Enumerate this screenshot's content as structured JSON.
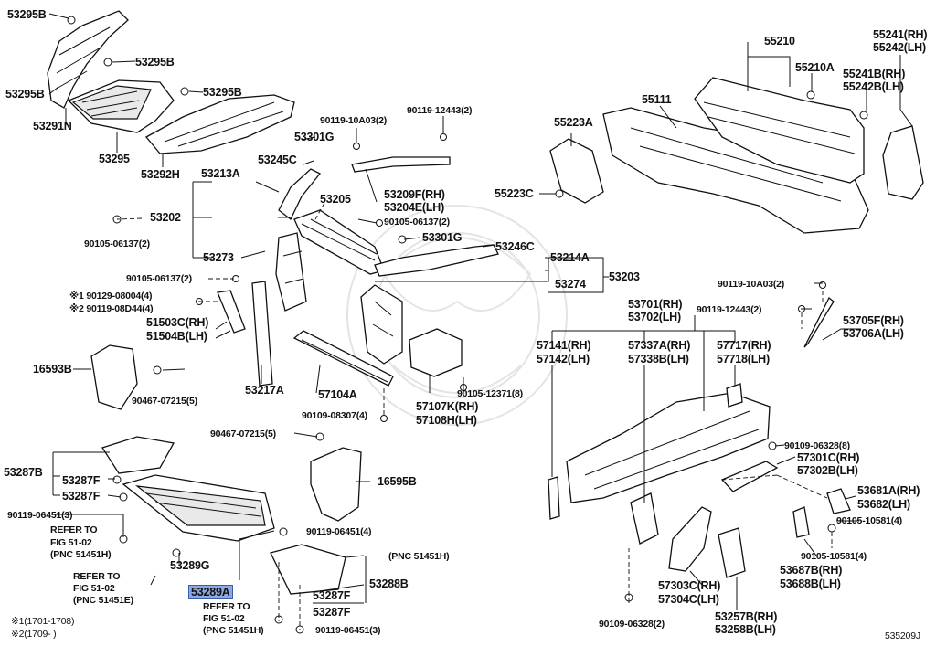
{
  "highlight_color": "#8da9e3",
  "diagram_id": "535209J",
  "labels": {
    "p53295B_a": "53295B",
    "p53295B_b": "53295B",
    "p53295B_c": "53295B",
    "p53291N": "53291N",
    "p53295": "53295",
    "p53292H": "53292H",
    "p53301G_a": "53301G",
    "p90119_10A03_a": "90119-10A03(2)",
    "p90119_12443_a": "90119-12443(2)",
    "p53245C": "53245C",
    "p53213A": "53213A",
    "p53205": "53205",
    "p53209F": "53209F(RH)",
    "p53204E": "53204E(LH)",
    "p53202": "53202",
    "p90105_06137_a": "90105-06137(2)",
    "p90105_06137_b": "90105-06137(2)",
    "p90105_06137_c": "90105-06137(2)",
    "p53301G_b": "53301G",
    "p53273": "53273",
    "p53246C": "53246C",
    "p53214A": "53214A",
    "p53203": "53203",
    "p53274": "53274",
    "p90129_08004": "※1 90129-08004(4)",
    "p90119_08D44": "※2 90119-08D44(4)",
    "p51503C": "51503C(RH)",
    "p51504B": "51504B(LH)",
    "p16593B": "16593B",
    "p90467_07215_a": "90467-07215(5)",
    "p53217A": "53217A",
    "p57104A": "57104A",
    "p90109_08307": "90109-08307(4)",
    "p90105_12371": "90105-12371(8)",
    "p57107K": "57107K(RH)",
    "p57108H": "57108H(LH)",
    "p90467_07215_b": "90467-07215(5)",
    "p16595B": "16595B",
    "p53287B": "53287B",
    "p53287F_a": "53287F",
    "p53287F_b": "53287F",
    "p53287F_c": "53287F",
    "p53287F_d": "53287F",
    "p90119_06451_a": "90119-06451(3)",
    "p90119_06451_b": "90119-06451(4)",
    "p90119_06451_c": "90119-06451(3)",
    "refer1_a": "REFER TO",
    "refer1_b": "FIG 51-02",
    "refer1_c": "(PNC 51451H)",
    "refer2_a": "REFER TO",
    "refer2_b": "FIG 51-02",
    "refer2_c": "(PNC 51451E)",
    "refer3_a": "REFER TO",
    "refer3_b": "FIG 51-02",
    "refer3_c": "(PNC 51451H)",
    "pnc_51451H": "(PNC 51451H)",
    "p53289G": "53289G",
    "p53289A": "53289A",
    "p53288B": "53288B",
    "note1": "※1(1701-1708)",
    "note2": "※2(1709-     )",
    "p55210": "55210",
    "p55210A": "55210A",
    "p55241": "55241(RH)",
    "p55242": "55242(LH)",
    "p55241B": "55241B(RH)",
    "p55242B": "55242B(LH)",
    "p55111": "55111",
    "p55223A": "55223A",
    "p55223C": "55223C",
    "p90119_10A03_b": "90119-10A03(2)",
    "p90119_12443_b": "90119-12443(2)",
    "p53701": "53701(RH)",
    "p53702": "53702(LH)",
    "p53705F": "53705F(RH)",
    "p53706A": "53706A(LH)",
    "p57141": "57141(RH)",
    "p57142": "57142(LH)",
    "p57337A": "57337A(RH)",
    "p57338B": "57338B(LH)",
    "p57717": "57717(RH)",
    "p57718": "57718(LH)",
    "p90109_06328_a": "90109-06328(8)",
    "p57301C": "57301C(RH)",
    "p57302B": "57302B(LH)",
    "p53681A": "53681A(RH)",
    "p53682": "53682(LH)",
    "p90105_10581_a": "90105-10581(4)",
    "p90105_10581_b": "90105-10581(4)",
    "p53687B": "53687B(RH)",
    "p53688B": "53688B(LH)",
    "p57303C": "57303C(RH)",
    "p57304C": "57304C(LH)",
    "p53257B": "53257B(RH)",
    "p53258B": "53258B(LH)",
    "p90109_06328_b": "90109-06328(2)"
  }
}
